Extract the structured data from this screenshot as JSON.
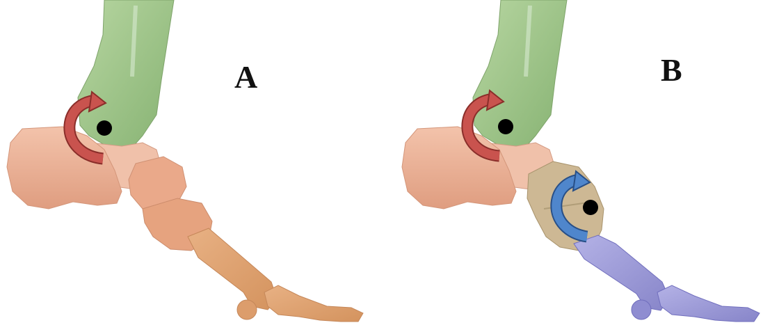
{
  "panels": [
    {
      "id": "A",
      "label": "A",
      "colors": {
        "tibia": "#9fc48a",
        "hindfoot": "#eeb39a",
        "midfoot": "#e9aa86",
        "forefoot": "#e0a070",
        "arrow": "#c9534e"
      },
      "arrows": [
        "ankle-rotation"
      ]
    },
    {
      "id": "B",
      "label": "B",
      "colors": {
        "tibia": "#9fc48a",
        "hindfoot": "#eeb39a",
        "midfoot": "#c9b48f",
        "forefoot": "#9c9ad6",
        "arrow_ankle": "#c9534e",
        "arrow_midfoot": "#4f86cc"
      },
      "arrows": [
        "ankle-rotation",
        "midfoot-rotation"
      ]
    }
  ]
}
